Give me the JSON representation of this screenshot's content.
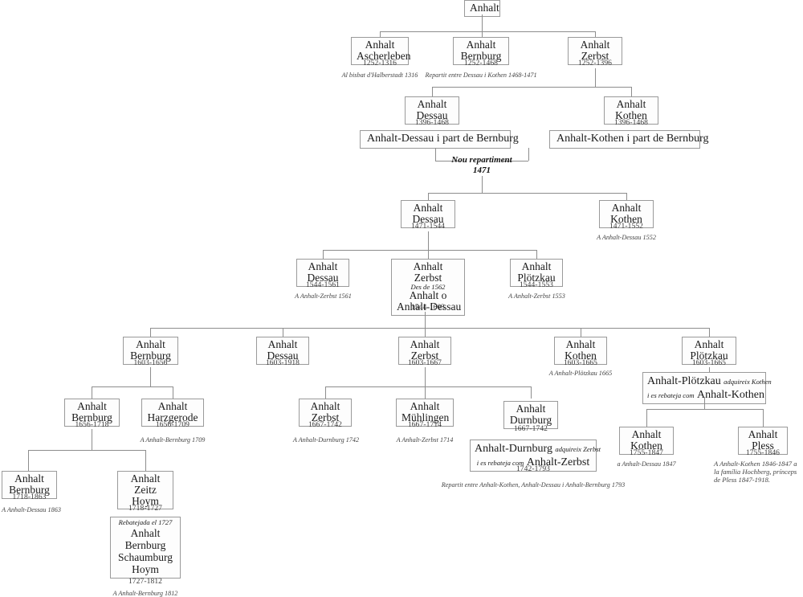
{
  "diagram": {
    "title": "Anhalt territorial partitions genealogy",
    "language": "ca",
    "line_color": "#8d8d8d",
    "box_border_color": "#9a9a9a",
    "box_fill": "#fdfdfd"
  },
  "root": {
    "name": "Anhalt"
  },
  "gen1": [
    {
      "line1": "Anhalt",
      "line2": "Ascherleben",
      "years": "1252-1316",
      "note": "Al bisbat d'Halberstadt 1316"
    },
    {
      "line1": "Anhalt",
      "line2": "Bernburg",
      "years": "1252-1468",
      "note": "Repartit entre Dessau i Kothen 1468-1471"
    },
    {
      "line1": "Anhalt",
      "line2": "Zerbst",
      "years": "1252-1396",
      "note": ""
    }
  ],
  "gen2": [
    {
      "line1": "Anhalt",
      "line2": "Dessau",
      "years": "1396-1468"
    },
    {
      "line1": "Anhalt",
      "line2": "Kothen",
      "years": "1396-1468"
    }
  ],
  "merge1396": [
    {
      "text": "Anhalt-Dessau i part de Bernburg"
    },
    {
      "text": "Anhalt-Kothen i part de Bernburg"
    }
  ],
  "repartiment": {
    "line1": "Nou repartiment",
    "line2": "1471"
  },
  "gen3": [
    {
      "line1": "Anhalt",
      "line2": "Dessau",
      "years": "1471-1544",
      "note": ""
    },
    {
      "line1": "Anhalt",
      "line2": "Kothen",
      "years": "1471-1552",
      "note": "A Anhalt-Dessau 1552"
    }
  ],
  "gen4": [
    {
      "line1": "Anhalt",
      "line2": "Dessau",
      "years": "1544-1561",
      "note": "A Anhalt-Zerbst 1561"
    },
    {
      "line1": "Anhalt",
      "line2": "Zerbst",
      "sub": "Des de 1562",
      "line3": "Anhalt o",
      "line4": "Anhalt-Dessau",
      "years": "1544-1603",
      "note": ""
    },
    {
      "line1": "Anhalt",
      "line2": "Plötzkau",
      "years": "1544-1553",
      "note": "A Anhalt-Zerbst 1553"
    }
  ],
  "gen5": [
    {
      "line1": "Anhalt",
      "line2": "Bernburg",
      "years": "1603-1656",
      "note": ""
    },
    {
      "line1": "Anhalt",
      "line2": "Dessau",
      "years": "1603-1918",
      "note": ""
    },
    {
      "line1": "Anhalt",
      "line2": "Zerbst",
      "years": "1603-1667",
      "note": ""
    },
    {
      "line1": "Anhalt",
      "line2": "Kothen",
      "years": "1603-1665",
      "note": "A Anhalt-Plötzkau 1665"
    },
    {
      "line1": "Anhalt",
      "line2": "Plötzkau",
      "years": "1603-1665",
      "note": ""
    }
  ],
  "merge_plotzkau": {
    "big1": "Anhalt-Plötzkau",
    "small1": "adquireix Kothen",
    "small2": "i es rebateja com",
    "big2": "Anhalt-Kothen"
  },
  "gen6": [
    {
      "line1": "Anhalt",
      "line2": "Bernburg",
      "years": "1656-1718",
      "note": ""
    },
    {
      "line1": "Anhalt",
      "line2": "Harzgerode",
      "years": "1656-1709",
      "note": "A Anhalt-Bernburg 1709"
    },
    {
      "line1": "Anhalt",
      "line2": "Zerbst",
      "years": "1667-1742",
      "note": "A Anhalt-Durnburg 1742"
    },
    {
      "line1": "Anhalt",
      "line2": "Mühlingen",
      "years": "1667-1714",
      "note": "A Anhalt-Zerbst 1714"
    },
    {
      "line1": "Anhalt",
      "line2": "Durnburg",
      "years": "1667-1742",
      "note": ""
    }
  ],
  "merge_durnburg": {
    "big1": "Anhalt-Durnburg",
    "small1": "adquireix Zerbst",
    "small2": "i es rebateja com",
    "big2": "Anhalt-Zerbst",
    "years": "1742-1793",
    "note": "Repartit entre Anhalt-Kothen, Anhalt-Dessau i Anhalt-Bernburg 1793"
  },
  "gen7": [
    {
      "line1": "Anhalt",
      "line2": "Kothen",
      "years": "1755-1847",
      "note": "a Anhalt-Dessau 1847"
    },
    {
      "line1": "Anhalt",
      "line2": "Pless",
      "years": "1755-1846",
      "note": "A Anhalt-Kothen 1846-1847 a la família Hochberg, prínceps de Pless  1847-1918."
    }
  ],
  "gen8": [
    {
      "line1": "Anhalt",
      "line2": "Bernburg",
      "years": "1718-1863",
      "note": "A Anhalt-Dessau 1863"
    },
    {
      "line1": "Anhalt",
      "line2": "Zeitz",
      "line3": "Hoym",
      "years": "1718-1727",
      "note": ""
    }
  ],
  "rebatejada": {
    "sub": "Rebatejada el 1727",
    "line1": "Anhalt",
    "line2": "Bernburg",
    "line3": "Schaumburg",
    "line4": "Hoym",
    "years": "1727-1812",
    "note": "A Anhalt-Bernburg 1812"
  }
}
